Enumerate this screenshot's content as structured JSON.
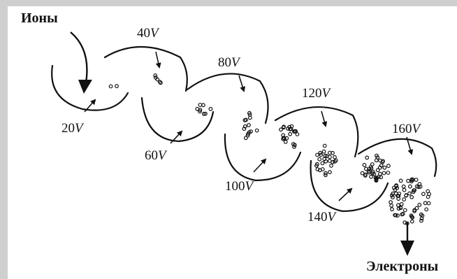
{
  "labels": {
    "ions": "Ионы",
    "electrons": "Электроны"
  },
  "voltage_unit": "V",
  "dynodes": [
    {
      "value": "20"
    },
    {
      "value": "40"
    },
    {
      "value": "60"
    },
    {
      "value": "80"
    },
    {
      "value": "100"
    },
    {
      "value": "120"
    },
    {
      "value": "140"
    },
    {
      "value": "160"
    }
  ],
  "colors": {
    "ink": "#111111",
    "background": "#ffffff",
    "frame": "#cfcfcf"
  }
}
